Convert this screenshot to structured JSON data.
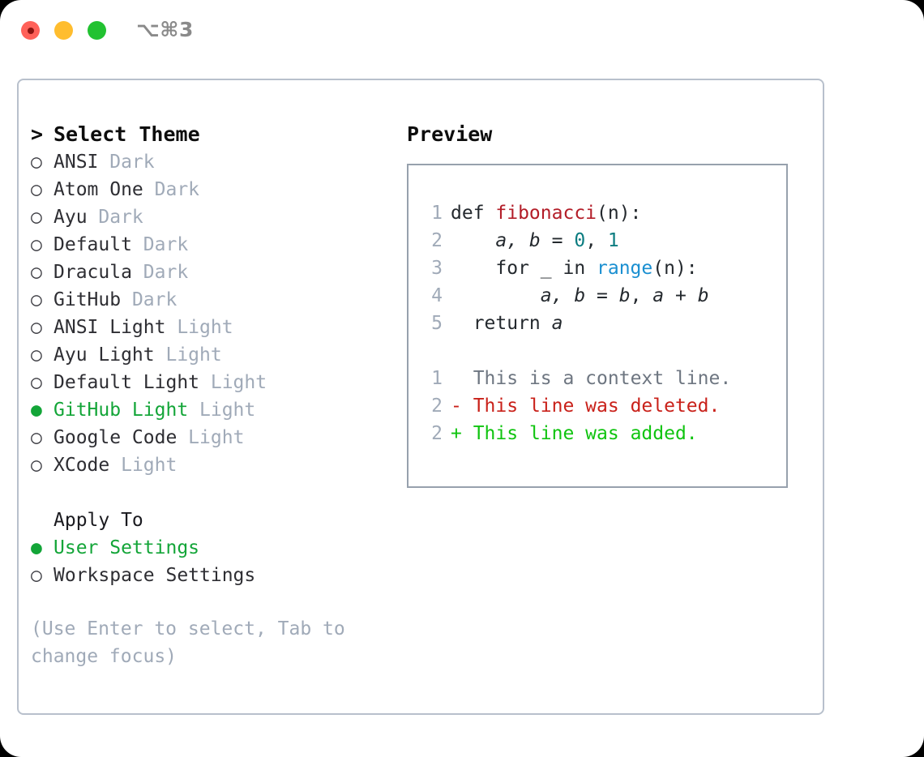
{
  "titlebar": {
    "shortcut": "⌥⌘3",
    "lights": [
      "close-red",
      "minimize-yellow",
      "maximize-green"
    ]
  },
  "theme_picker": {
    "header": {
      "caret": ">",
      "label": "Select Theme"
    },
    "unselected_bullet": "○",
    "selected_bullet": "●",
    "items": [
      {
        "name": "ANSI",
        "category": "Dark",
        "selected": false
      },
      {
        "name": "Atom One",
        "category": "Dark",
        "selected": false
      },
      {
        "name": "Ayu",
        "category": "Dark",
        "selected": false
      },
      {
        "name": "Default",
        "category": "Dark",
        "selected": false
      },
      {
        "name": "Dracula",
        "category": "Dark",
        "selected": false
      },
      {
        "name": "GitHub",
        "category": "Dark",
        "selected": false
      },
      {
        "name": "ANSI Light",
        "category": "Light",
        "selected": false
      },
      {
        "name": "Ayu Light",
        "category": "Light",
        "selected": false
      },
      {
        "name": "Default Light",
        "category": "Light",
        "selected": false
      },
      {
        "name": "GitHub Light",
        "category": "Light",
        "selected": true
      },
      {
        "name": "Google Code",
        "category": "Light",
        "selected": false
      },
      {
        "name": "XCode",
        "category": "Light",
        "selected": false
      }
    ]
  },
  "apply_to": {
    "header": "Apply To",
    "items": [
      {
        "name": "User Settings",
        "selected": true
      },
      {
        "name": "Workspace Settings",
        "selected": false
      }
    ]
  },
  "hint": "(Use Enter to select, Tab to change focus)",
  "preview": {
    "title": "Preview",
    "code_lines": [
      {
        "num": "1",
        "tokens": [
          {
            "t": "def ",
            "k": "plain"
          },
          {
            "t": "fibonacci",
            "k": "fn"
          },
          {
            "t": "(n):",
            "k": "plain"
          }
        ]
      },
      {
        "num": "2",
        "tokens": [
          {
            "t": "    ",
            "k": "plain"
          },
          {
            "t": "a, b",
            "k": "var"
          },
          {
            "t": " = ",
            "k": "plain"
          },
          {
            "t": "0",
            "k": "num"
          },
          {
            "t": ", ",
            "k": "plain"
          },
          {
            "t": "1",
            "k": "num"
          }
        ]
      },
      {
        "num": "3",
        "tokens": [
          {
            "t": "    for _ in ",
            "k": "plain"
          },
          {
            "t": "range",
            "k": "call"
          },
          {
            "t": "(n):",
            "k": "plain"
          }
        ]
      },
      {
        "num": "4",
        "tokens": [
          {
            "t": "        ",
            "k": "plain"
          },
          {
            "t": "a, b",
            "k": "var"
          },
          {
            "t": " = ",
            "k": "plain"
          },
          {
            "t": "b",
            "k": "var"
          },
          {
            "t": ", ",
            "k": "plain"
          },
          {
            "t": "a",
            "k": "var"
          },
          {
            "t": " + ",
            "k": "plain"
          },
          {
            "t": "b",
            "k": "var"
          }
        ]
      },
      {
        "num": "5",
        "tokens": [
          {
            "t": "  return ",
            "k": "plain"
          },
          {
            "t": "a",
            "k": "var"
          }
        ]
      }
    ],
    "diff_lines": [
      {
        "num": "1",
        "marker": " ",
        "text": " This is a context line.",
        "kind": "context"
      },
      {
        "num": "2",
        "marker": "-",
        "text": " This line was deleted.",
        "kind": "deleted"
      },
      {
        "num": "2",
        "marker": "+",
        "text": " This line was added.",
        "kind": "added"
      }
    ]
  },
  "colors": {
    "accent_green": "#13a538",
    "muted": "#a0aab8",
    "diff_add": "#10c410",
    "diff_del": "#c9211a",
    "fn": "#b31d28",
    "num": "#0b7c80",
    "call": "#1a8fd1",
    "border": "#97a1ad",
    "card_border": "#b8c0cc"
  }
}
